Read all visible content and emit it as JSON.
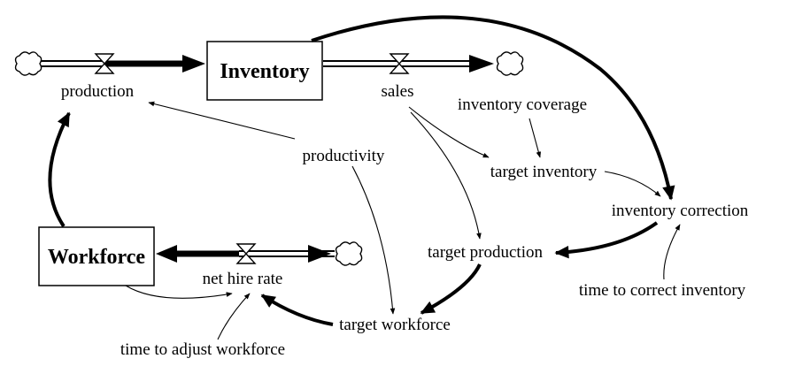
{
  "stocks": {
    "inventory": "Inventory",
    "workforce": "Workforce"
  },
  "flows": {
    "production": "production",
    "sales": "sales",
    "net_hire_rate": "net hire rate"
  },
  "variables": {
    "inventory_coverage": "inventory coverage",
    "productivity": "productivity",
    "target_inventory": "target inventory",
    "inventory_correction": "inventory correction",
    "target_production": "target production",
    "time_to_correct_inventory": "time to correct inventory",
    "target_workforce": "target workforce",
    "time_to_adjust_workforce": "time to adjust workforce"
  },
  "colors": {
    "ink": "#000000",
    "background": "#ffffff"
  }
}
